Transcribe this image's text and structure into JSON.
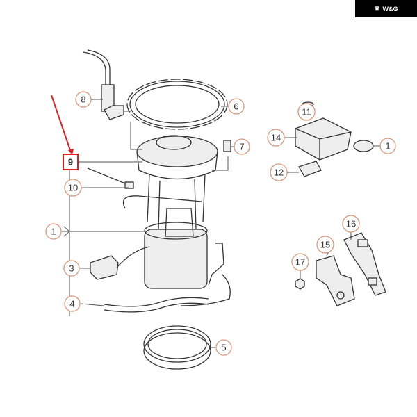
{
  "brand": {
    "logo_text": "W&G",
    "logo_icon": "crown-icon"
  },
  "callouts": {
    "c1": "1",
    "c1b": "1",
    "c3": "3",
    "c4": "4",
    "c5": "5",
    "c6": "6",
    "c7": "7",
    "c8": "8",
    "c9": "9",
    "c10": "10",
    "c11": "11",
    "c12": "12",
    "c14": "14",
    "c15": "15",
    "c16": "16",
    "c17": "17"
  },
  "colors": {
    "highlight": "#e02020",
    "callout_ring": "#d9967a",
    "logo_bg": "#000000"
  }
}
